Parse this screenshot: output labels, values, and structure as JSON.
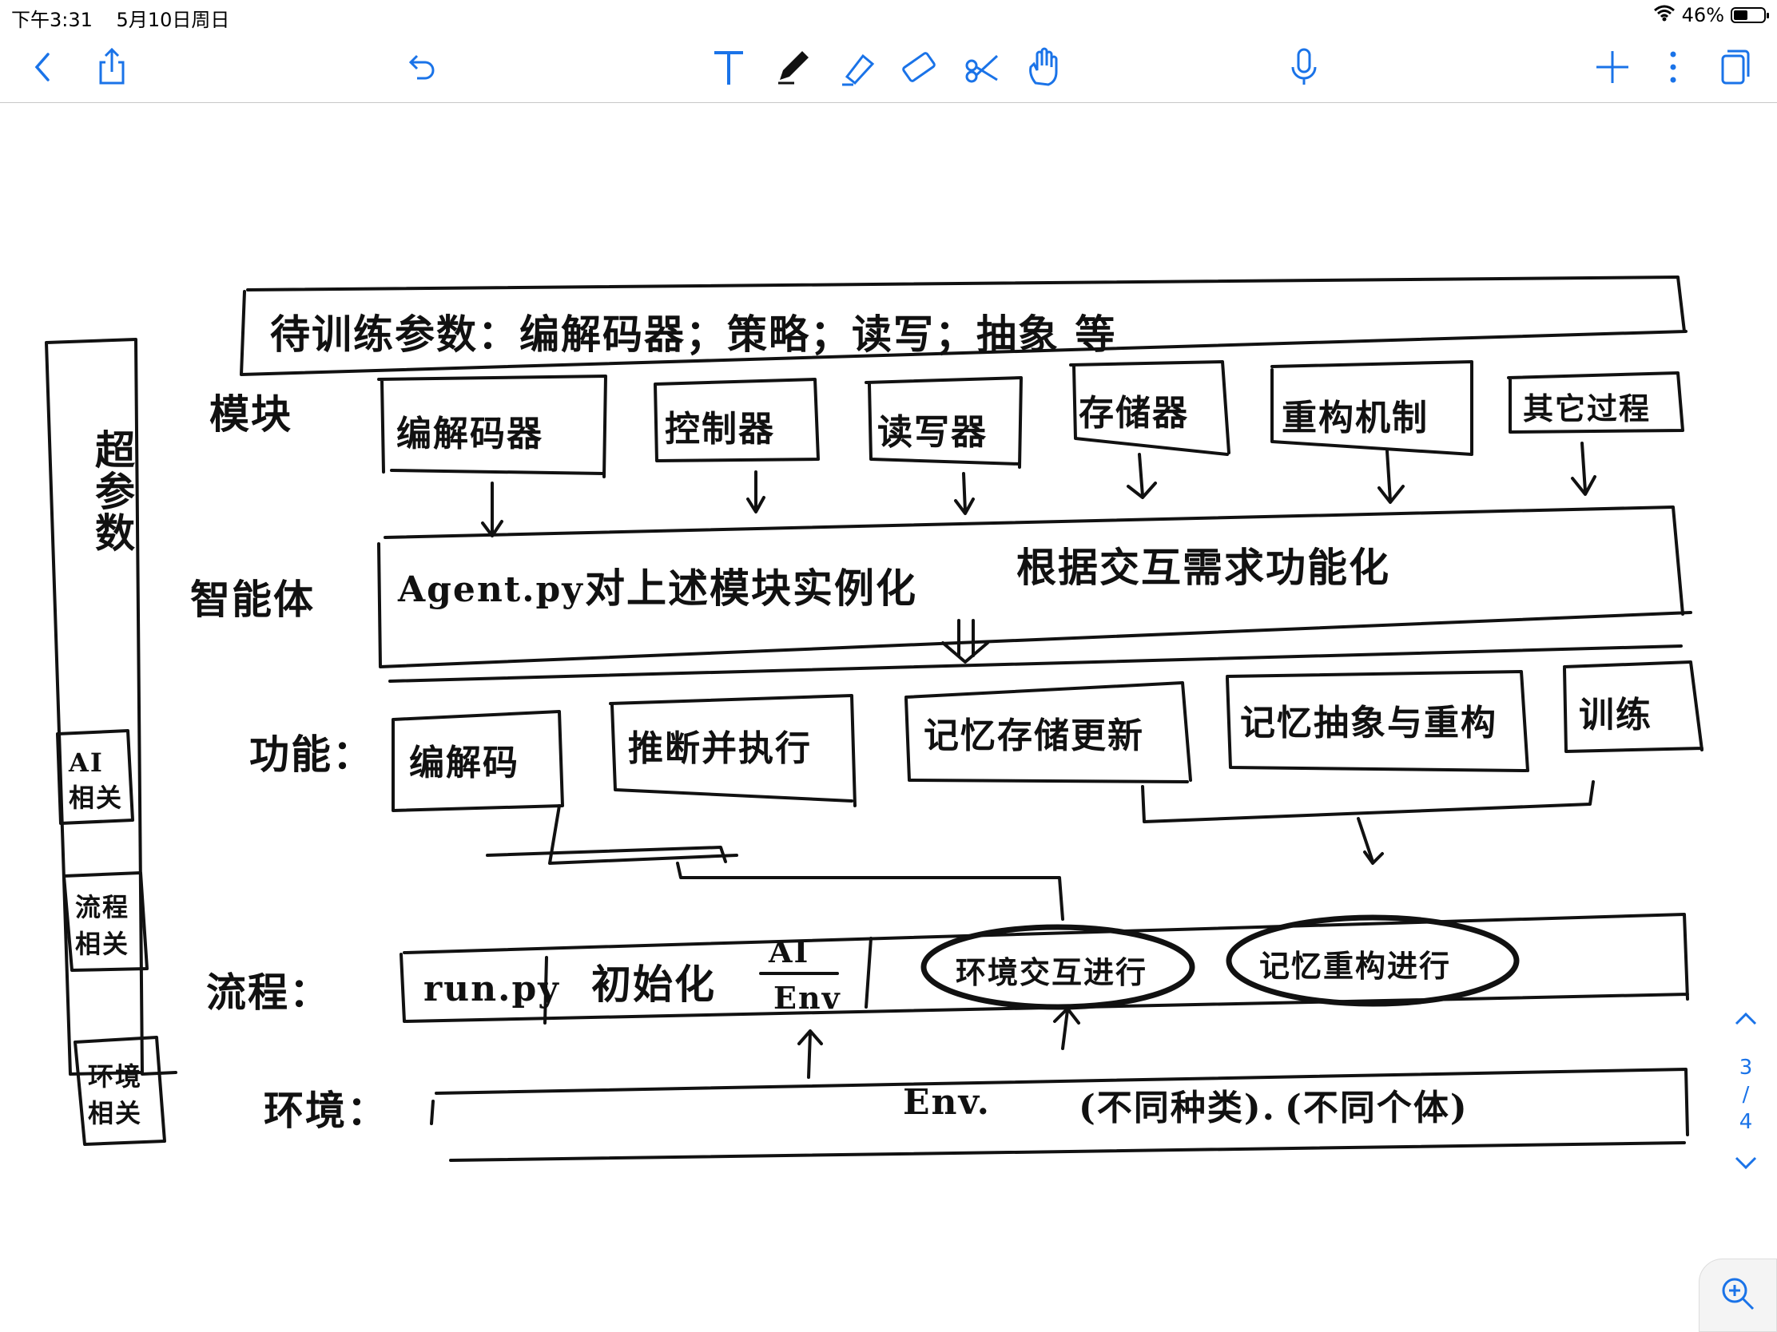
{
  "status_bar": {
    "time": "下午3:31",
    "date": "5月10日周日",
    "battery_percent": "46%",
    "battery_level": 0.46
  },
  "toolbar": {
    "left_icons": [
      "chevron-left-icon",
      "share-icon",
      "undo-icon"
    ],
    "tool_icons": [
      "text-tool-icon",
      "pen-icon",
      "highlighter-icon",
      "eraser-icon",
      "lasso-icon",
      "hand-icon"
    ],
    "right_icons": [
      "microphone-icon",
      "add-icon",
      "more-icon",
      "pages-icon"
    ],
    "accent_color": "#1a73e8"
  },
  "note": {
    "sidebar": {
      "title": "超参数",
      "boxes": [
        "AI相关",
        "流程相关",
        "环境相关"
      ]
    },
    "top_bar": "待训练参数：编解码器；策略；读写；抽象 等",
    "rows": {
      "modules": {
        "label": "模块",
        "items": [
          "编解码器",
          "控制器",
          "读写器",
          "存储器",
          "重构机制",
          "其它过程"
        ]
      },
      "agent": {
        "label": "智能体",
        "content": [
          "Agent.py",
          "对上述模块实例化",
          "根据交互需求功能化"
        ]
      },
      "functions": {
        "label": "功能：",
        "items": [
          "编解码",
          "推断并执行",
          "记忆存储更新",
          "记忆抽象与重构",
          "训练"
        ]
      },
      "process": {
        "label": "流程：",
        "items": [
          "run.py",
          "初始化",
          "AI",
          "Env",
          "环境交互进行",
          "记忆重构进行"
        ]
      },
      "environment": {
        "label": "环境：",
        "content": [
          "Env.",
          "(不同种类).",
          "(不同个体)"
        ]
      }
    }
  },
  "page_nav": {
    "current": "3",
    "separator": "/",
    "total": "4"
  }
}
